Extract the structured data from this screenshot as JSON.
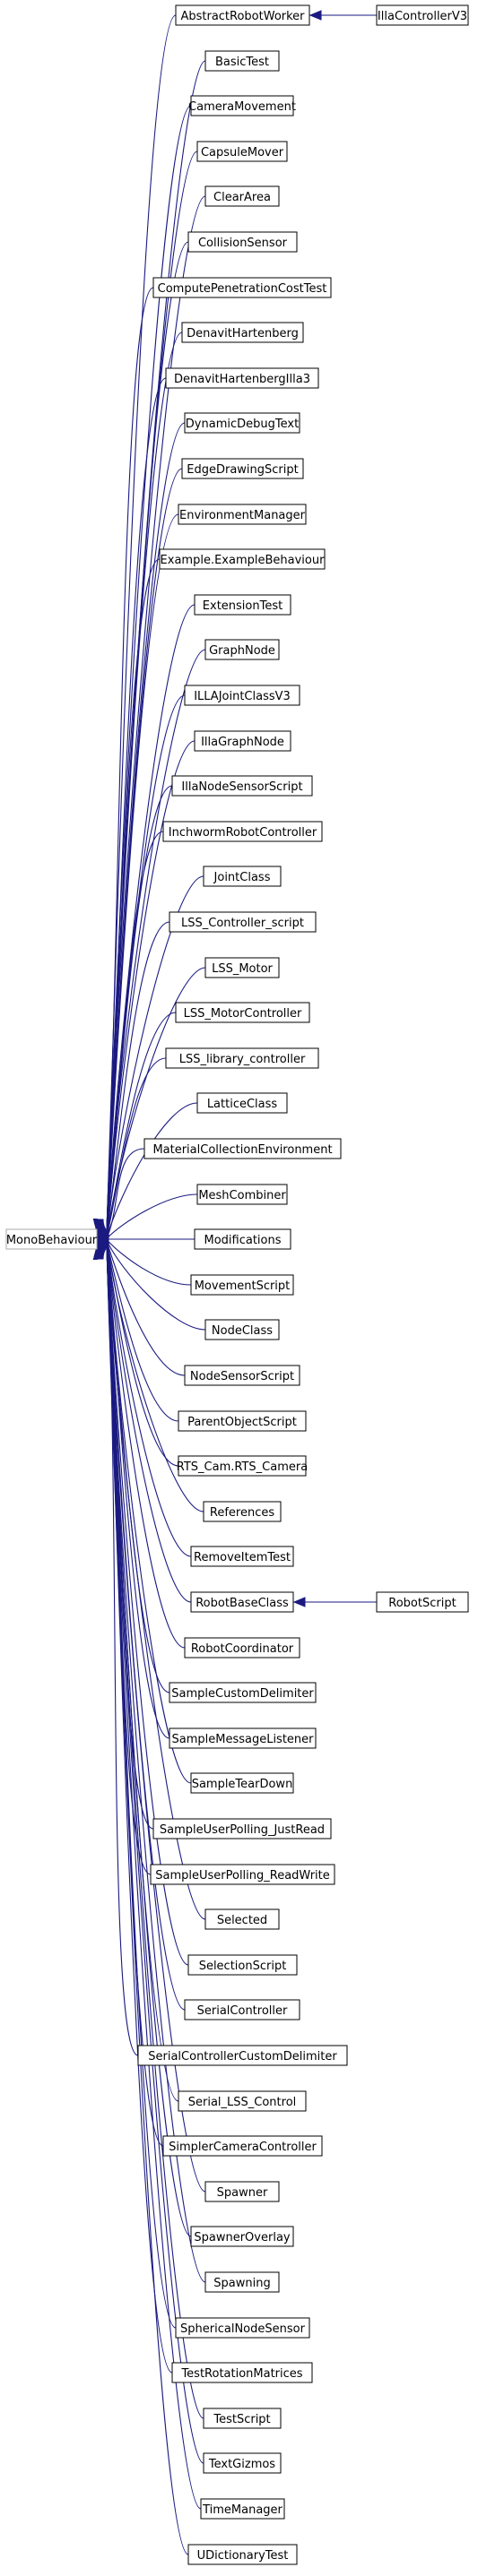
{
  "root": "MonoBehaviour",
  "colors": {
    "edge": "#1a1a80",
    "node_border": "#000000",
    "root_border": "#a8a8a8",
    "background": "#ffffff"
  },
  "children": [
    {
      "name": "AbstractRobotWorker",
      "subclass": "IllaControllerV3"
    },
    {
      "name": "BasicTest"
    },
    {
      "name": "CameraMovement"
    },
    {
      "name": "CapsuleMover"
    },
    {
      "name": "ClearArea"
    },
    {
      "name": "CollisionSensor"
    },
    {
      "name": "ComputePenetrationCostTest"
    },
    {
      "name": "DenavitHartenberg"
    },
    {
      "name": "DenavitHartenbergIlla3"
    },
    {
      "name": "DynamicDebugText"
    },
    {
      "name": "EdgeDrawingScript"
    },
    {
      "name": "EnvironmentManager"
    },
    {
      "name": "Example.ExampleBehaviour"
    },
    {
      "name": "ExtensionTest"
    },
    {
      "name": "GraphNode"
    },
    {
      "name": "ILLAJointClassV3"
    },
    {
      "name": "IllaGraphNode"
    },
    {
      "name": "IllaNodeSensorScript"
    },
    {
      "name": "InchwormRobotController"
    },
    {
      "name": "JointClass"
    },
    {
      "name": "LSS_Controller_script"
    },
    {
      "name": "LSS_Motor"
    },
    {
      "name": "LSS_MotorController"
    },
    {
      "name": "LSS_library_controller"
    },
    {
      "name": "LatticeClass"
    },
    {
      "name": "MaterialCollectionEnvironment"
    },
    {
      "name": "MeshCombiner"
    },
    {
      "name": "Modifications"
    },
    {
      "name": "MovementScript"
    },
    {
      "name": "NodeClass"
    },
    {
      "name": "NodeSensorScript"
    },
    {
      "name": "ParentObjectScript"
    },
    {
      "name": "RTS_Cam.RTS_Camera"
    },
    {
      "name": "References"
    },
    {
      "name": "RemoveItemTest"
    },
    {
      "name": "RobotBaseClass",
      "subclass": "RobotScript"
    },
    {
      "name": "RobotCoordinator"
    },
    {
      "name": "SampleCustomDelimiter"
    },
    {
      "name": "SampleMessageListener"
    },
    {
      "name": "SampleTearDown"
    },
    {
      "name": "SampleUserPolling_JustRead"
    },
    {
      "name": "SampleUserPolling_ReadWrite"
    },
    {
      "name": "Selected"
    },
    {
      "name": "SelectionScript"
    },
    {
      "name": "SerialController"
    },
    {
      "name": "SerialControllerCustomDelimiter"
    },
    {
      "name": "Serial_LSS_Control"
    },
    {
      "name": "SimplerCameraController"
    },
    {
      "name": "Spawner"
    },
    {
      "name": "SpawnerOverlay"
    },
    {
      "name": "Spawning"
    },
    {
      "name": "SphericalNodeSensor"
    },
    {
      "name": "TestRotationMatrices"
    },
    {
      "name": "TestScript"
    },
    {
      "name": "TextGizmos"
    },
    {
      "name": "TimeManager"
    },
    {
      "name": "UDictionaryTest"
    }
  ]
}
